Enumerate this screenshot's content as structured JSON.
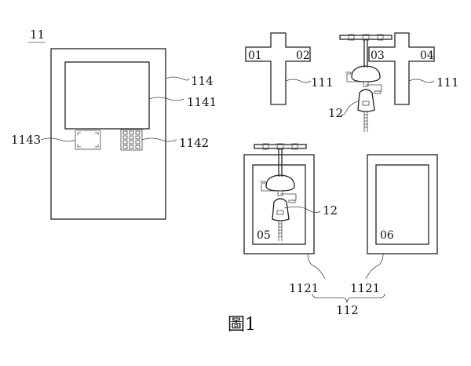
{
  "figure_label": "圖1",
  "kiosk": {
    "ref": "11",
    "body_ref": "114",
    "screen_ref": "1141",
    "reader_ref": "1143",
    "keypad_ref": "1142"
  },
  "posts": {
    "ref_left": "111",
    "ref_right": "111",
    "slots": [
      "01",
      "02",
      "03",
      "04"
    ]
  },
  "vehicle_ref_top": "12",
  "vehicle_ref_bottom": "12",
  "bays": {
    "slots": [
      "05",
      "06"
    ],
    "sub_ref_left": "1121",
    "sub_ref_right": "1121",
    "group_ref": "112"
  }
}
